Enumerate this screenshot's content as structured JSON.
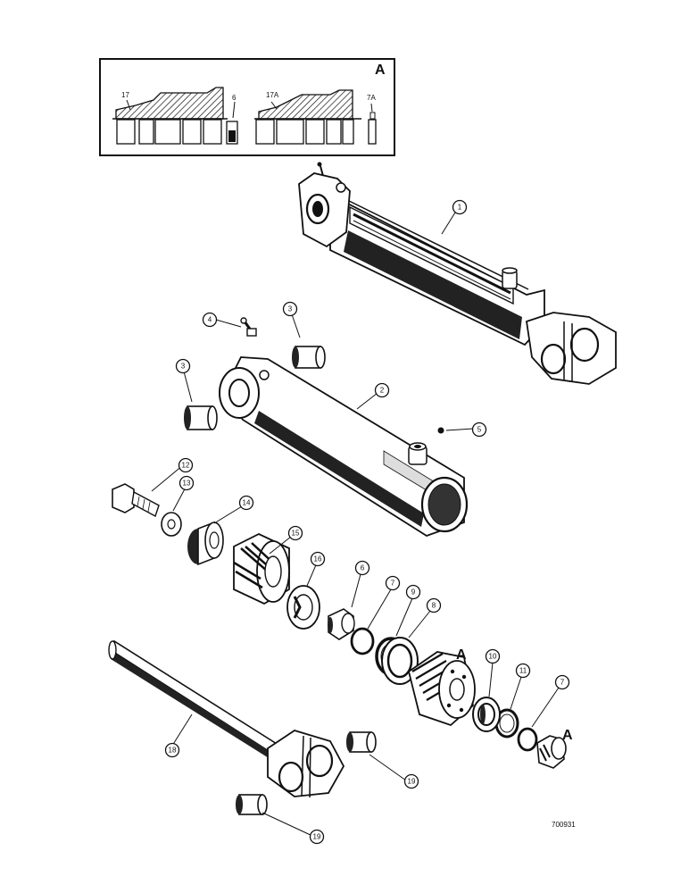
{
  "inset": {
    "section_letter": "A",
    "labels": {
      "l17": "17",
      "l6": "6",
      "l17a": "17A",
      "l7a": "7A"
    }
  },
  "callouts": {
    "c1": "1",
    "c2": "2",
    "c3a": "3",
    "c3b": "3",
    "c4": "4",
    "c5": "5",
    "c6": "6",
    "c7a": "7",
    "c7b": "7",
    "c8": "8",
    "c9": "9",
    "c10": "10",
    "c11": "11",
    "c12": "12",
    "c13": "13",
    "c14": "14",
    "c15": "15",
    "c16": "16",
    "c18": "18",
    "c19a": "19",
    "c19b": "19"
  },
  "section_marks": {
    "a1": "A",
    "a2": "A"
  },
  "figure_number": "700931"
}
